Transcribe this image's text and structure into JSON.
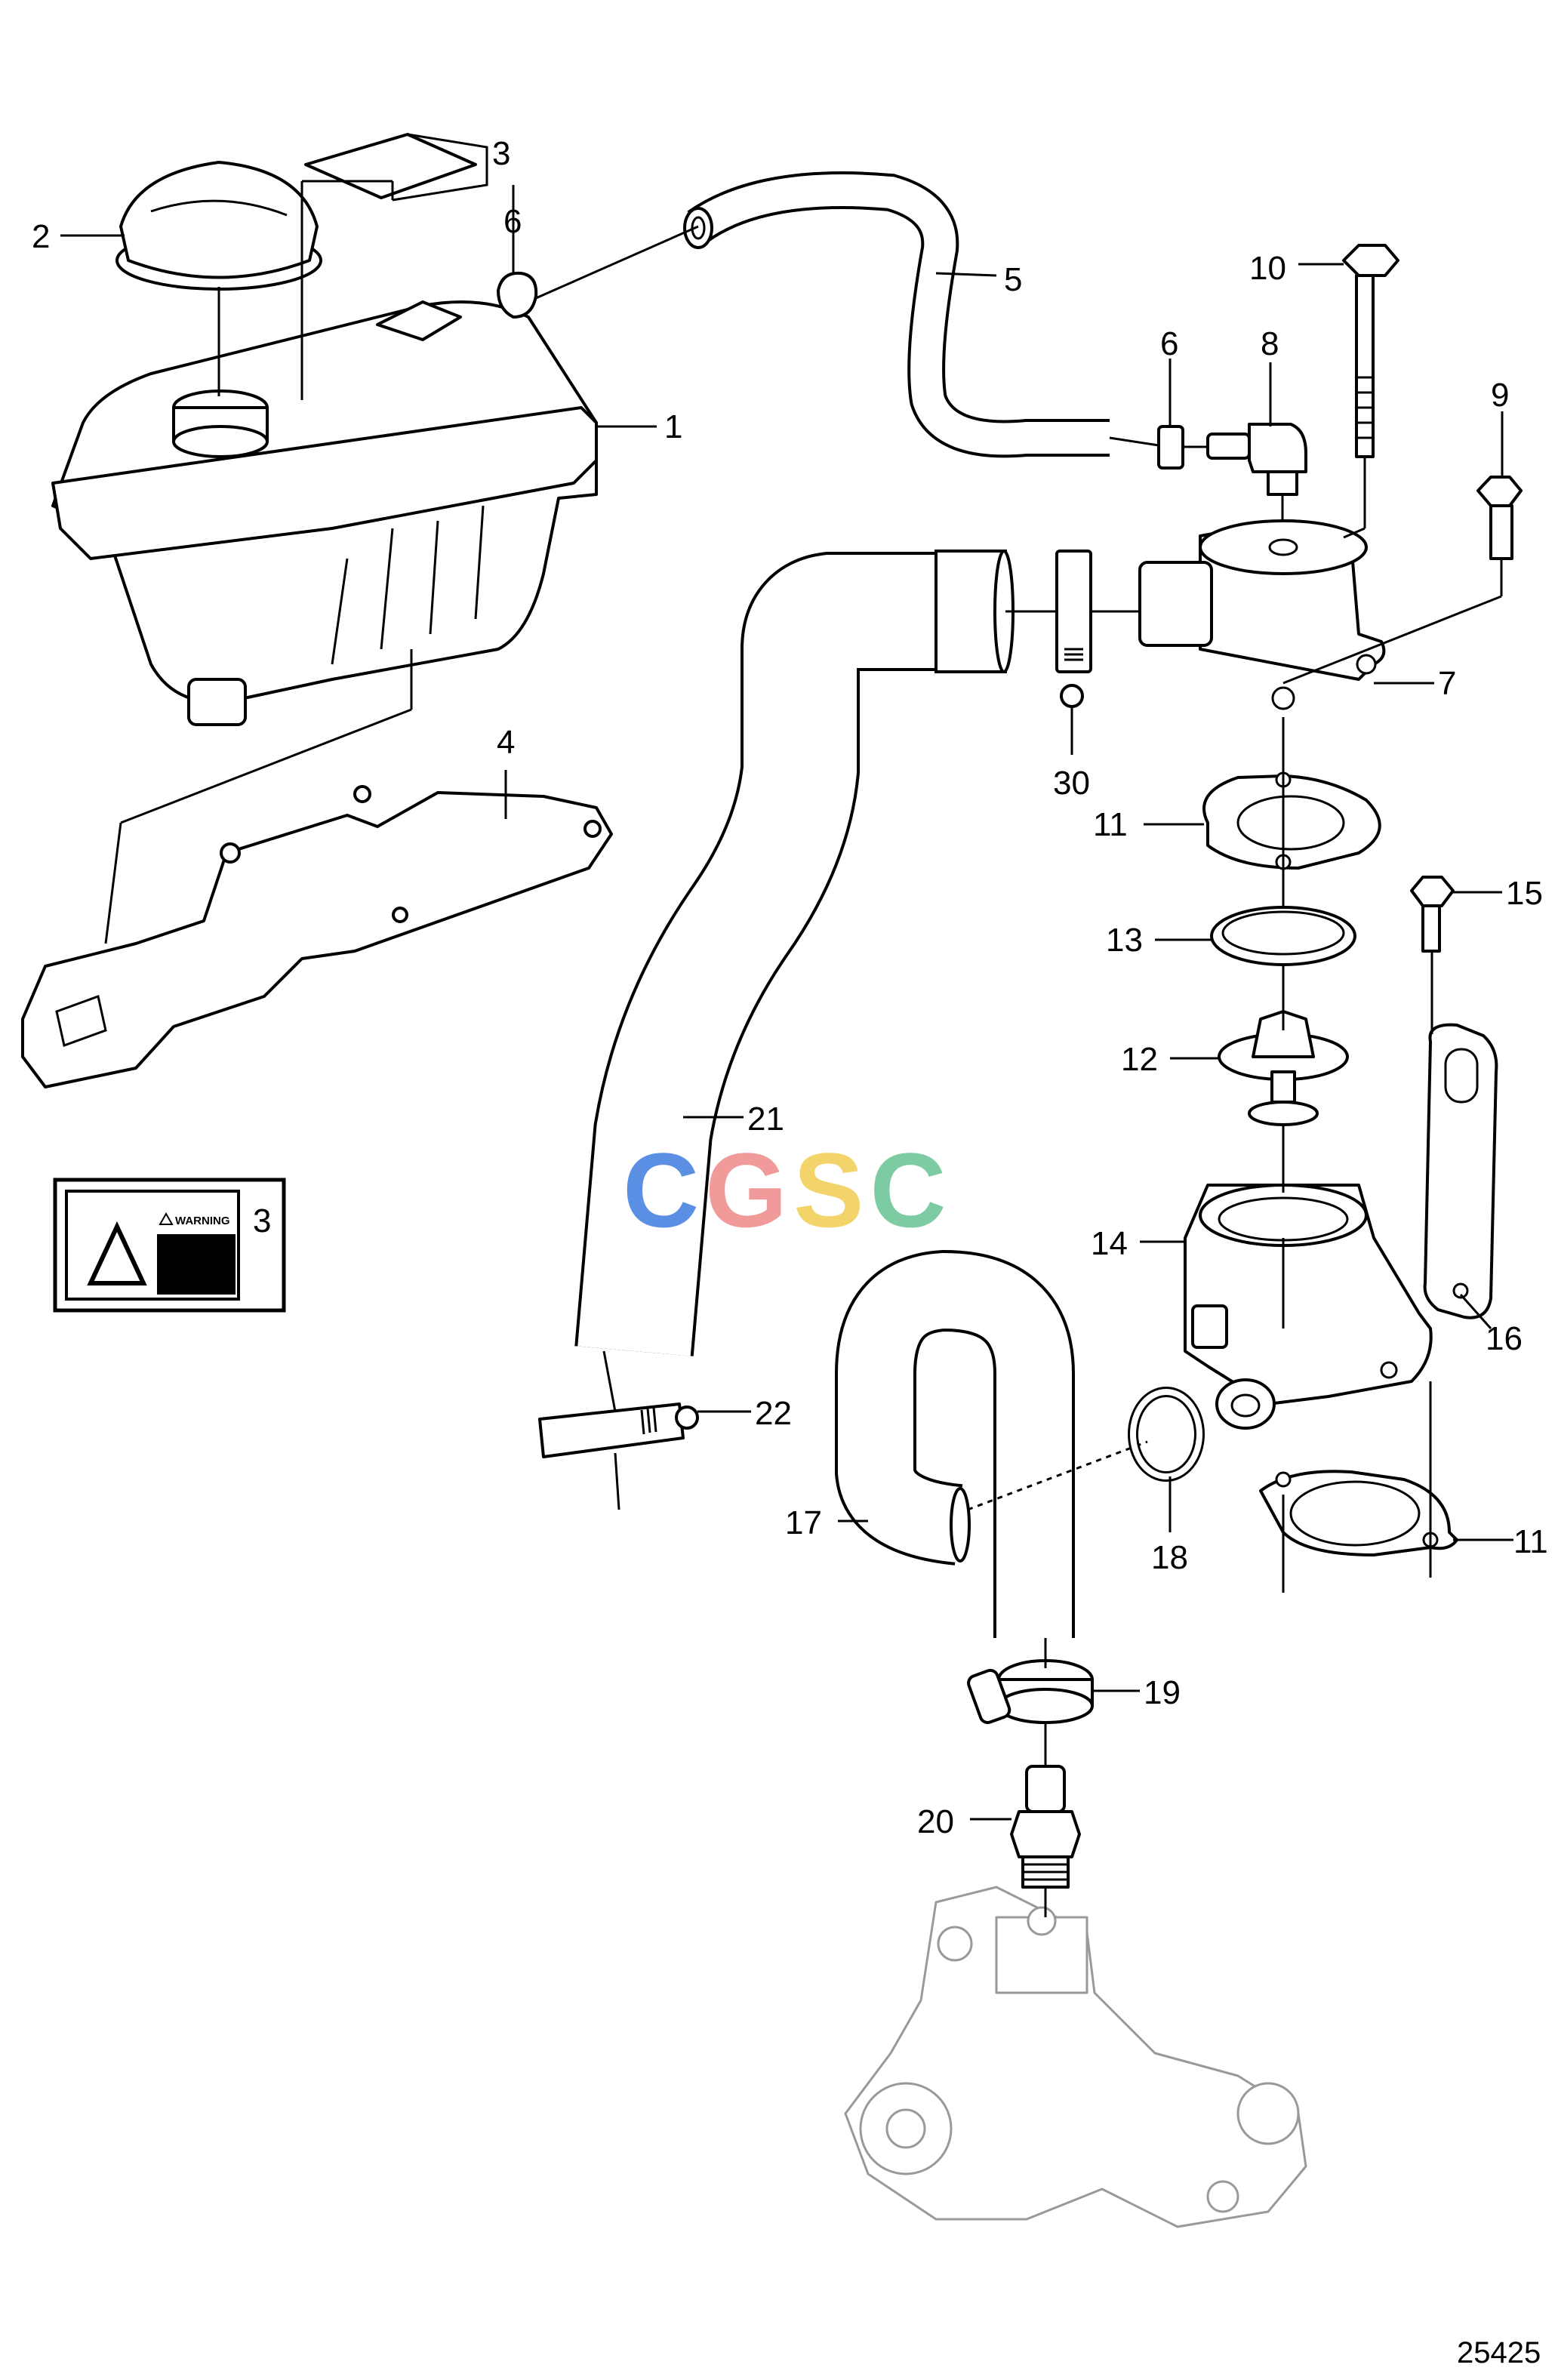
{
  "diagram": {
    "drawing_number": "25425",
    "watermark": "CGSC",
    "watermark_colors": [
      "#5b8fe3",
      "#f09a9a",
      "#f2d46a",
      "#7ccba3"
    ],
    "warning_label_text": "WARNING",
    "callouts": {
      "c1": "1",
      "c2": "2",
      "c3": "3",
      "c3b": "3",
      "c4": "4",
      "c5": "5",
      "c6": "6",
      "c6b": "6",
      "c7": "7",
      "c8": "8",
      "c9": "9",
      "c10": "10",
      "c11": "11",
      "c11b": "11",
      "c12": "12",
      "c13": "13",
      "c14": "14",
      "c15": "15",
      "c16": "16",
      "c17": "17",
      "c18": "18",
      "c19": "19",
      "c20": "20",
      "c21": "21",
      "c22": "22",
      "c30": "30"
    }
  }
}
